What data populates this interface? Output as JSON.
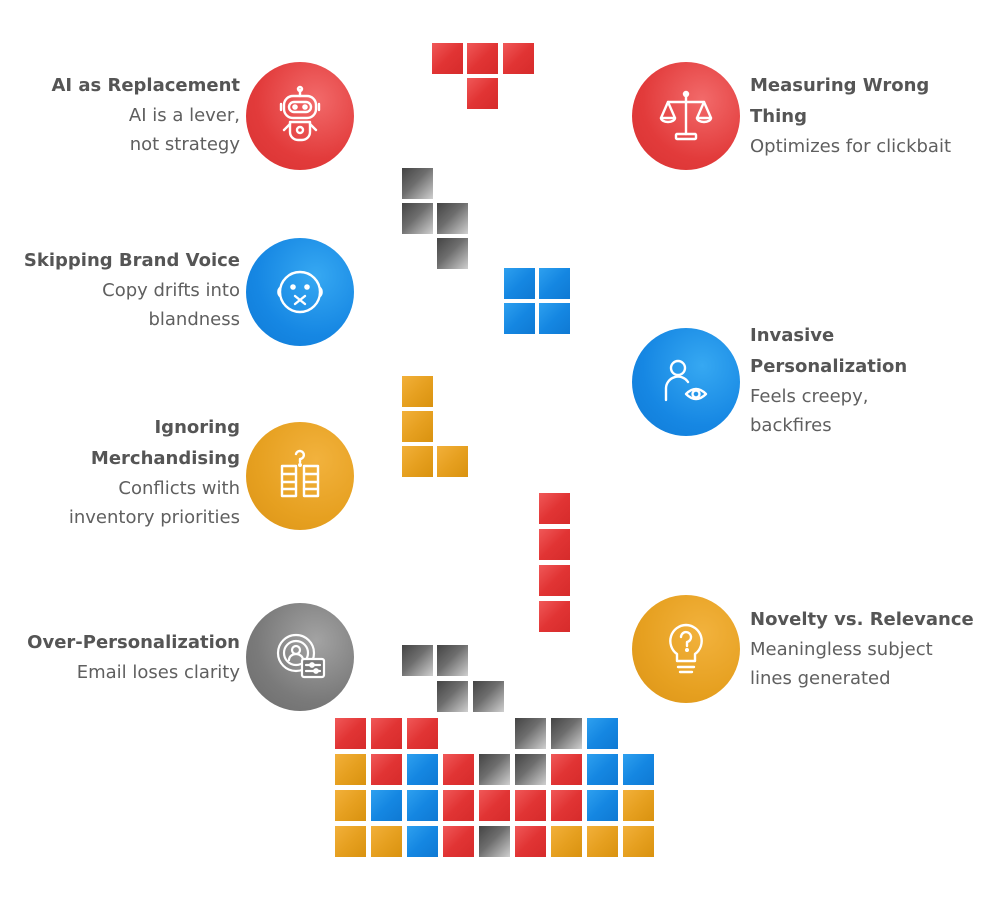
{
  "items": [
    {
      "key": "ai-replacement",
      "title": "AI as Replacement",
      "desc": "AI is a lever,\nnot strategy",
      "color": "red",
      "icon": "robot-icon",
      "side": "left"
    },
    {
      "key": "skipping-brand-voice",
      "title": "Skipping Brand Voice",
      "desc": "Copy drifts into\nblandness",
      "color": "blue",
      "icon": "muted-face-icon",
      "side": "left"
    },
    {
      "key": "ignoring-merchandising",
      "title": "Ignoring\nMerchandising",
      "desc": "Conflicts with\ninventory priorities",
      "color": "yellow",
      "icon": "inventory-question-icon",
      "side": "left"
    },
    {
      "key": "over-personalization",
      "title": "Over-Personalization",
      "desc": "Email loses clarity",
      "color": "gray",
      "icon": "target-profile-sliders-icon",
      "side": "left"
    },
    {
      "key": "measuring-wrong-thing",
      "title": "Measuring Wrong\nThing",
      "desc": "Optimizes for clickbait",
      "color": "red",
      "icon": "scales-icon",
      "side": "right"
    },
    {
      "key": "invasive-personalization",
      "title": "Invasive\nPersonalization",
      "desc": "Feels creepy,\nbackfires",
      "color": "blue",
      "icon": "person-eye-icon",
      "side": "right"
    },
    {
      "key": "novelty-vs-relevance",
      "title": "Novelty vs. Relevance",
      "desc": "Meaningless subject\nlines generated",
      "color": "yellow",
      "icon": "lightbulb-question-icon",
      "side": "right"
    }
  ],
  "colors": {
    "red": "#e23b3b",
    "blue": "#1687e3",
    "yellow": "#e6a020",
    "gray": "#7a7a7a",
    "title_text": "#555555",
    "desc_text": "#5f5f5f"
  },
  "stack_rows": [
    [
      "red",
      "red",
      "red",
      "",
      "",
      "gray",
      "gray",
      "blue",
      ""
    ],
    [
      "yellow",
      "red",
      "blue",
      "red",
      "gray",
      "gray",
      "red",
      "blue",
      "blue"
    ],
    [
      "yellow",
      "blue",
      "blue",
      "red",
      "red",
      "red",
      "red",
      "blue",
      "yellow"
    ],
    [
      "yellow",
      "yellow",
      "blue",
      "red",
      "gray",
      "red",
      "yellow",
      "yellow",
      "yellow"
    ]
  ],
  "falling_pieces": [
    {
      "color": "red",
      "shape": "T"
    },
    {
      "color": "gray",
      "shape": "S"
    },
    {
      "color": "blue",
      "shape": "O"
    },
    {
      "color": "yellow",
      "shape": "L"
    },
    {
      "color": "red",
      "shape": "I"
    },
    {
      "color": "gray",
      "shape": "Z"
    }
  ]
}
